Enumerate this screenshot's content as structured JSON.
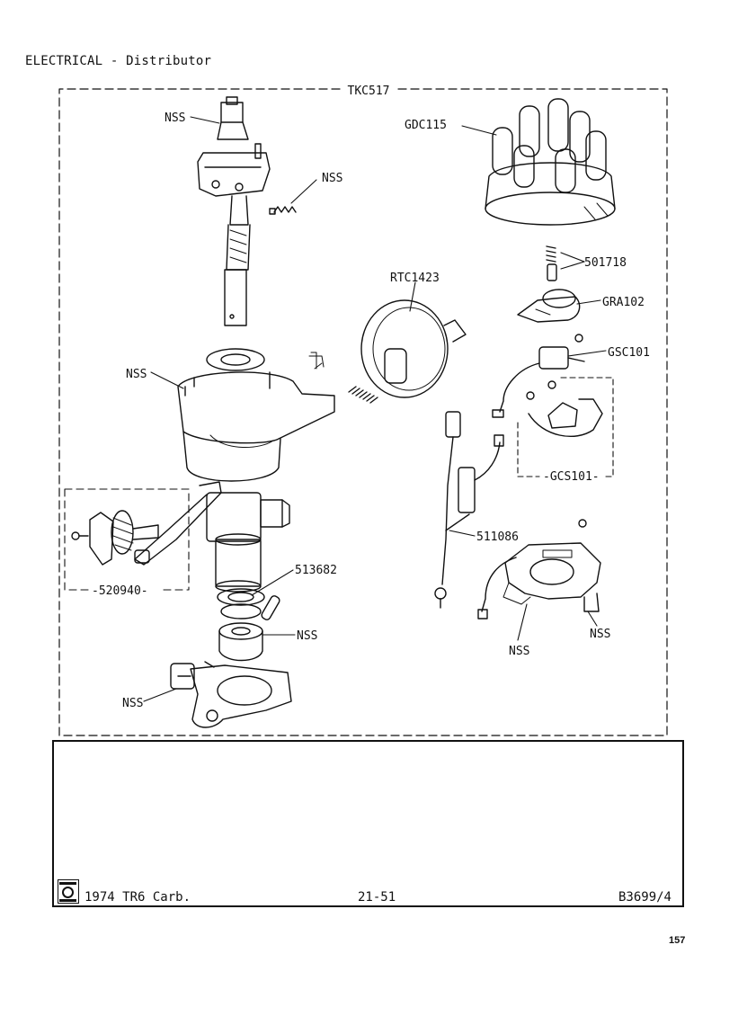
{
  "header": {
    "title": "ELECTRICAL - Distributor"
  },
  "assembly": {
    "code": "TKC517"
  },
  "parts": {
    "nss_top": "NSS",
    "nss_spring": "NSS",
    "gdc115": "GDC115",
    "p501718": "501718",
    "rtc1423": "RTC1423",
    "gra102": "GRA102",
    "gsc101": "GSC101",
    "nss_body": "NSS",
    "gcs101": "-GCS101-",
    "p511086": "511086",
    "p513682": "513682",
    "p520940": "-520940-",
    "nss_washer": "NSS",
    "nss_plate_left": "NSS",
    "nss_plate_right": "NSS",
    "nss_clamp": "NSS"
  },
  "footer": {
    "model": "1974 TR6 Carb.",
    "section": "21-51",
    "ref": "B3699/4"
  },
  "page": {
    "number": "157"
  }
}
